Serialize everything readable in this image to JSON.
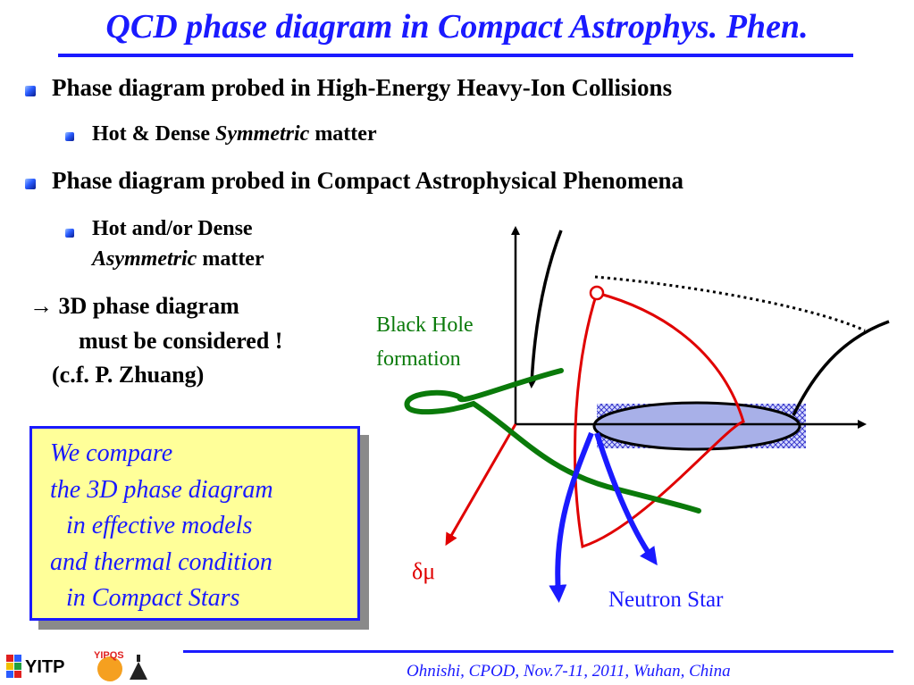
{
  "title": "QCD phase diagram in Compact Astrophys. Phen.",
  "bullets": {
    "b1": "Phase diagram probed in High-Energy Heavy-Ion Collisions",
    "b1_sub_pre": "Hot & Dense ",
    "b1_sub_em": "Symmetric",
    "b1_sub_post": " matter",
    "b2": "Phase diagram probed in Compact Astrophysical Phenomena",
    "b2_sub_line1": "Hot and/or Dense",
    "b2_sub_em": "Asymmetric",
    "b2_sub_post": " matter"
  },
  "note": {
    "line1": "→ 3D phase diagram",
    "line2": "must be considered !",
    "line3": "(c.f. P. Zhuang)"
  },
  "box": {
    "line1": "We compare",
    "line2": "the 3D phase diagram",
    "line3": "in effective models",
    "line4": "and thermal condition",
    "line5": "in Compact Stars"
  },
  "diagram": {
    "black_hole_line1": "Black Hole",
    "black_hole_line2": "formation",
    "delta_mu": "δμ",
    "neutron_star": "Neutron Star"
  },
  "footer": "Ohnishi, CPOD, Nov.7-11, 2011, Wuhan, China",
  "logo": {
    "yitp": "YITP",
    "yipqs": "YIPQS"
  },
  "colors": {
    "accent_blue": "#1a1aff",
    "box_fill": "#ffff99",
    "green": "#0a7a0a",
    "red": "#e00000"
  }
}
